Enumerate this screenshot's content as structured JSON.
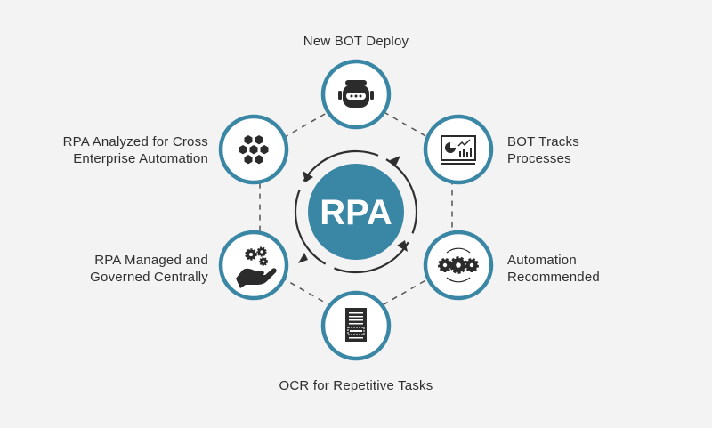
{
  "center": {
    "label": "RPA"
  },
  "nodes": [
    {
      "id": "bot-deploy",
      "lines": [
        "New BOT Deploy"
      ],
      "icon": "robot-icon"
    },
    {
      "id": "bot-tracks",
      "lines": [
        "BOT Tracks",
        "Processes"
      ],
      "icon": "dashboard-chart-icon"
    },
    {
      "id": "automation-recommended",
      "lines": [
        "Automation",
        "Recommended"
      ],
      "icon": "gears-cycle-icon"
    },
    {
      "id": "ocr",
      "lines": [
        "OCR for Repetitive Tasks"
      ],
      "icon": "ocr-document-icon"
    },
    {
      "id": "managed",
      "lines": [
        "RPA Managed and",
        "Governed Centrally"
      ],
      "icon": "hand-gears-icon"
    },
    {
      "id": "analyzed",
      "lines": [
        "RPA Analyzed for Cross",
        "Enterprise Automation"
      ],
      "icon": "honeycomb-icon"
    }
  ],
  "colors": {
    "accent": "#3a86a5",
    "ring": "#2f2f2f",
    "icon": "#2b2b2b",
    "background": "#f3f3f3"
  }
}
